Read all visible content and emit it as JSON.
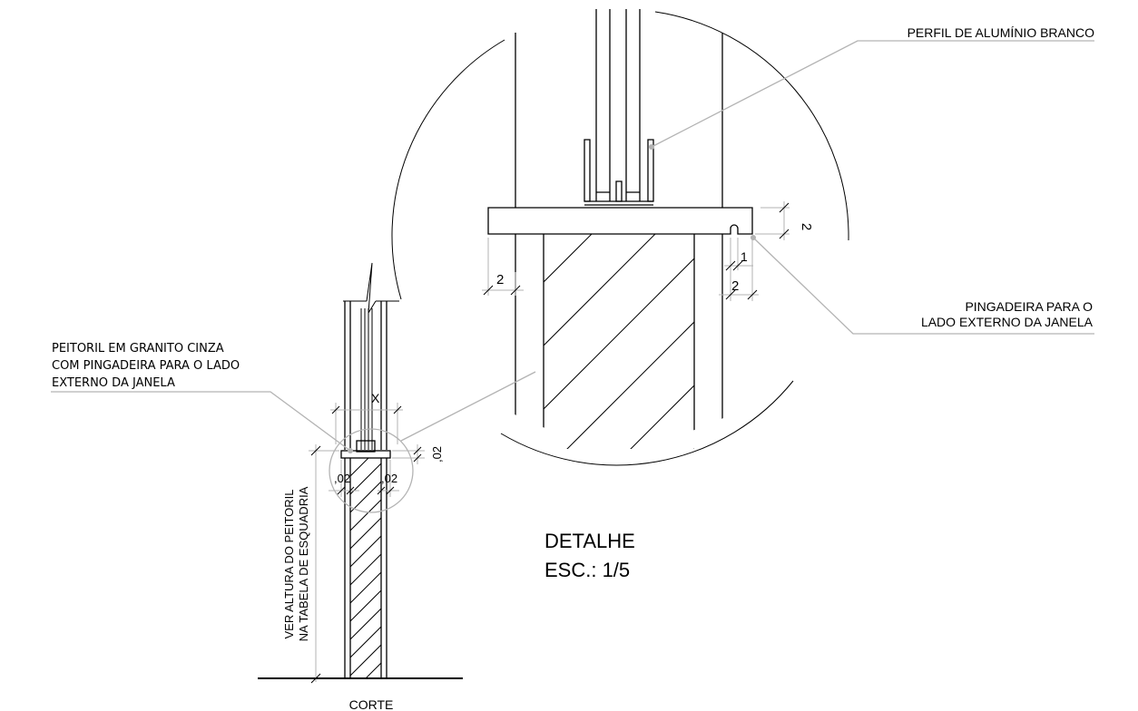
{
  "drawing": {
    "detail_callout_profile": "PERFIL DE ALUMÍNIO BRANCO",
    "detail_callout_drip_1": "PINGADEIRA PARA O",
    "detail_callout_drip_2": "LADO EXTERNO DA JANELA",
    "detail_dim_top": "2",
    "detail_dim_drip_small": "1",
    "detail_dim_drip": "2",
    "detail_dim_left": "2",
    "detail_title": "DETALHE",
    "detail_scale": "ESC.: 1/5",
    "section_callout_1": "PEITORIL EM GRANITO CINZA",
    "section_callout_2": "COM PINGADEIRA PARA O LADO",
    "section_callout_3": "EXTERNO DA JANELA",
    "section_dim_x": "X",
    "section_dim_left": ",02",
    "section_dim_right": ",02",
    "section_dim_thickness": ",02",
    "section_height_note_1": "VER ALTURA DO PEITORIL",
    "section_height_note_2": "NA TABELA DE ESQUADRIA",
    "section_title": "CORTE"
  },
  "colors": {
    "line": "#000000",
    "leader": "#b3b3b3",
    "background": "#ffffff"
  }
}
